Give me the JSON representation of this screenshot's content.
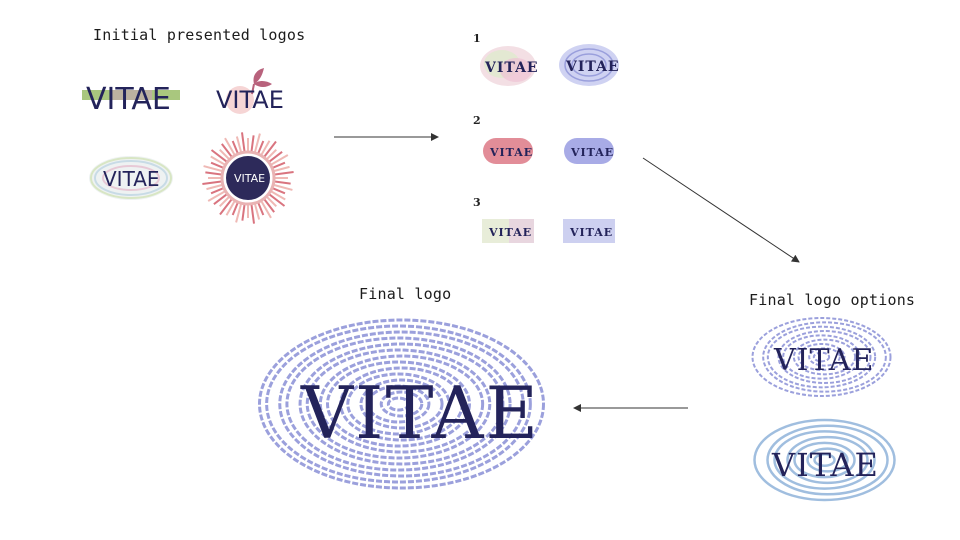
{
  "labels": {
    "initial": "Initial presented logos",
    "final_logo": "Final logo",
    "final_options": "Final logo options"
  },
  "option_numbers": [
    "1",
    "2",
    "3"
  ],
  "logo_text": "VITAE",
  "colors": {
    "navy": "#23235a",
    "lavender": "#8a8fd6",
    "pink": "#e0868f",
    "green": "#9cc07a",
    "arrow": "#333333"
  }
}
